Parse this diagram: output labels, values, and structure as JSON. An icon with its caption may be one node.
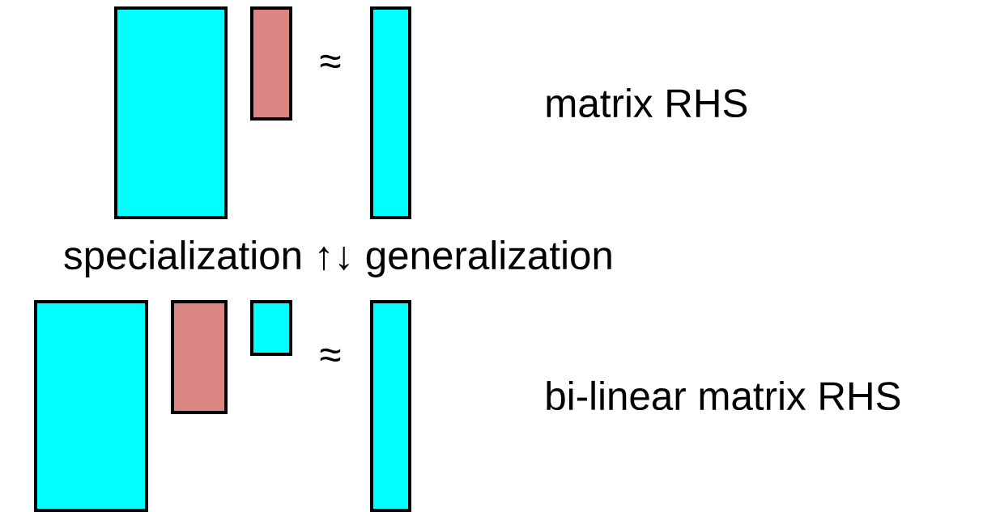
{
  "diagram": {
    "nodes": [
      {
        "text": [],
        "shape": "box"
      },
      {
        "text": [],
        "shape": "box"
      },
      {
        "text": [],
        "shape": "box"
      },
      {
        "text": [],
        "shape": "box"
      },
      {
        "text": [],
        "shape": "box"
      },
      {
        "text": [],
        "shape": "box"
      },
      {
        "text": [],
        "shape": "box"
      }
    ],
    "labels": [
      "≈",
      "matrix RHS",
      "specialization ↑↓ generalization",
      "≈",
      "bi-linear matrix RHS"
    ]
  }
}
